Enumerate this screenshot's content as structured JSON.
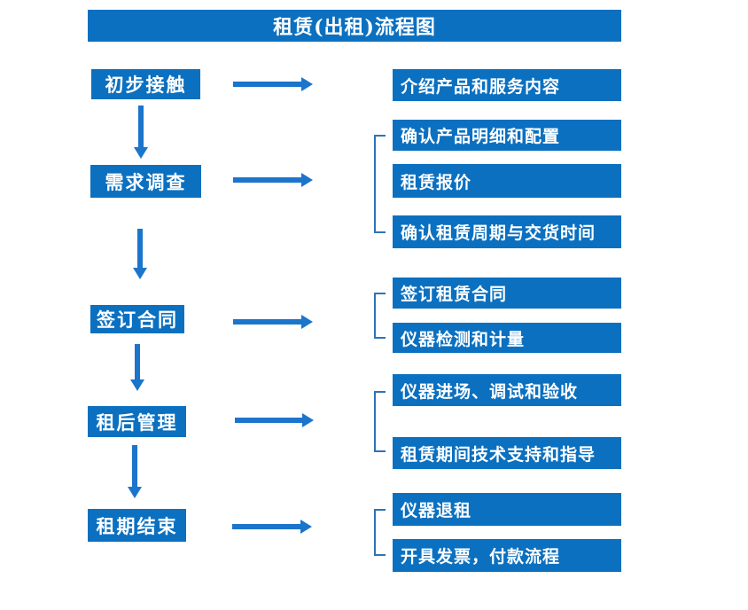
{
  "title": "租赁(出租)流程图",
  "colors": {
    "background": "#ffffff",
    "box_blue": "#0b70c0",
    "arrow_blue": "#1b75cb",
    "bracket_blue": "#2e74b5",
    "text_white": "#ffffff"
  },
  "icons": {
    "down_arrow": "css-down-arrow-shape",
    "right_arrow": "css-right-arrow-shape",
    "group_bracket": "css-left-square-bracket"
  },
  "flow": {
    "stages": [
      {
        "label": "初步接触",
        "outputs": [
          "介绍产品和服务内容"
        ]
      },
      {
        "label": "需求调查",
        "outputs": [
          "确认产品明细和配置",
          "租赁报价",
          "确认租赁周期与交货时间"
        ]
      },
      {
        "label": "签订合同",
        "outputs": [
          "签订租赁合同",
          "仪器检测和计量"
        ]
      },
      {
        "label": "租后管理",
        "outputs": [
          "仪器进场、调试和验收",
          "租赁期间技术支持和指导"
        ]
      },
      {
        "label": "租期结束",
        "outputs": [
          "仪器退租",
          "开具发票，付款流程"
        ]
      }
    ]
  }
}
